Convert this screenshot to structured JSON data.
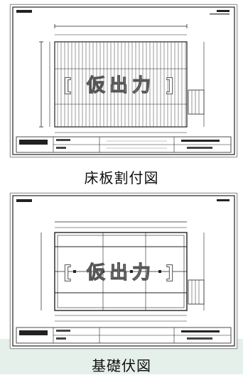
{
  "sheets": [
    {
      "stamp": "[ 仮出力 ]",
      "caption": "床板割付図"
    },
    {
      "stamp": "[ 仮出力 ]",
      "caption": "基礎伏図"
    }
  ],
  "colors": {
    "line": "#222222",
    "band": "#e6f0ea"
  }
}
